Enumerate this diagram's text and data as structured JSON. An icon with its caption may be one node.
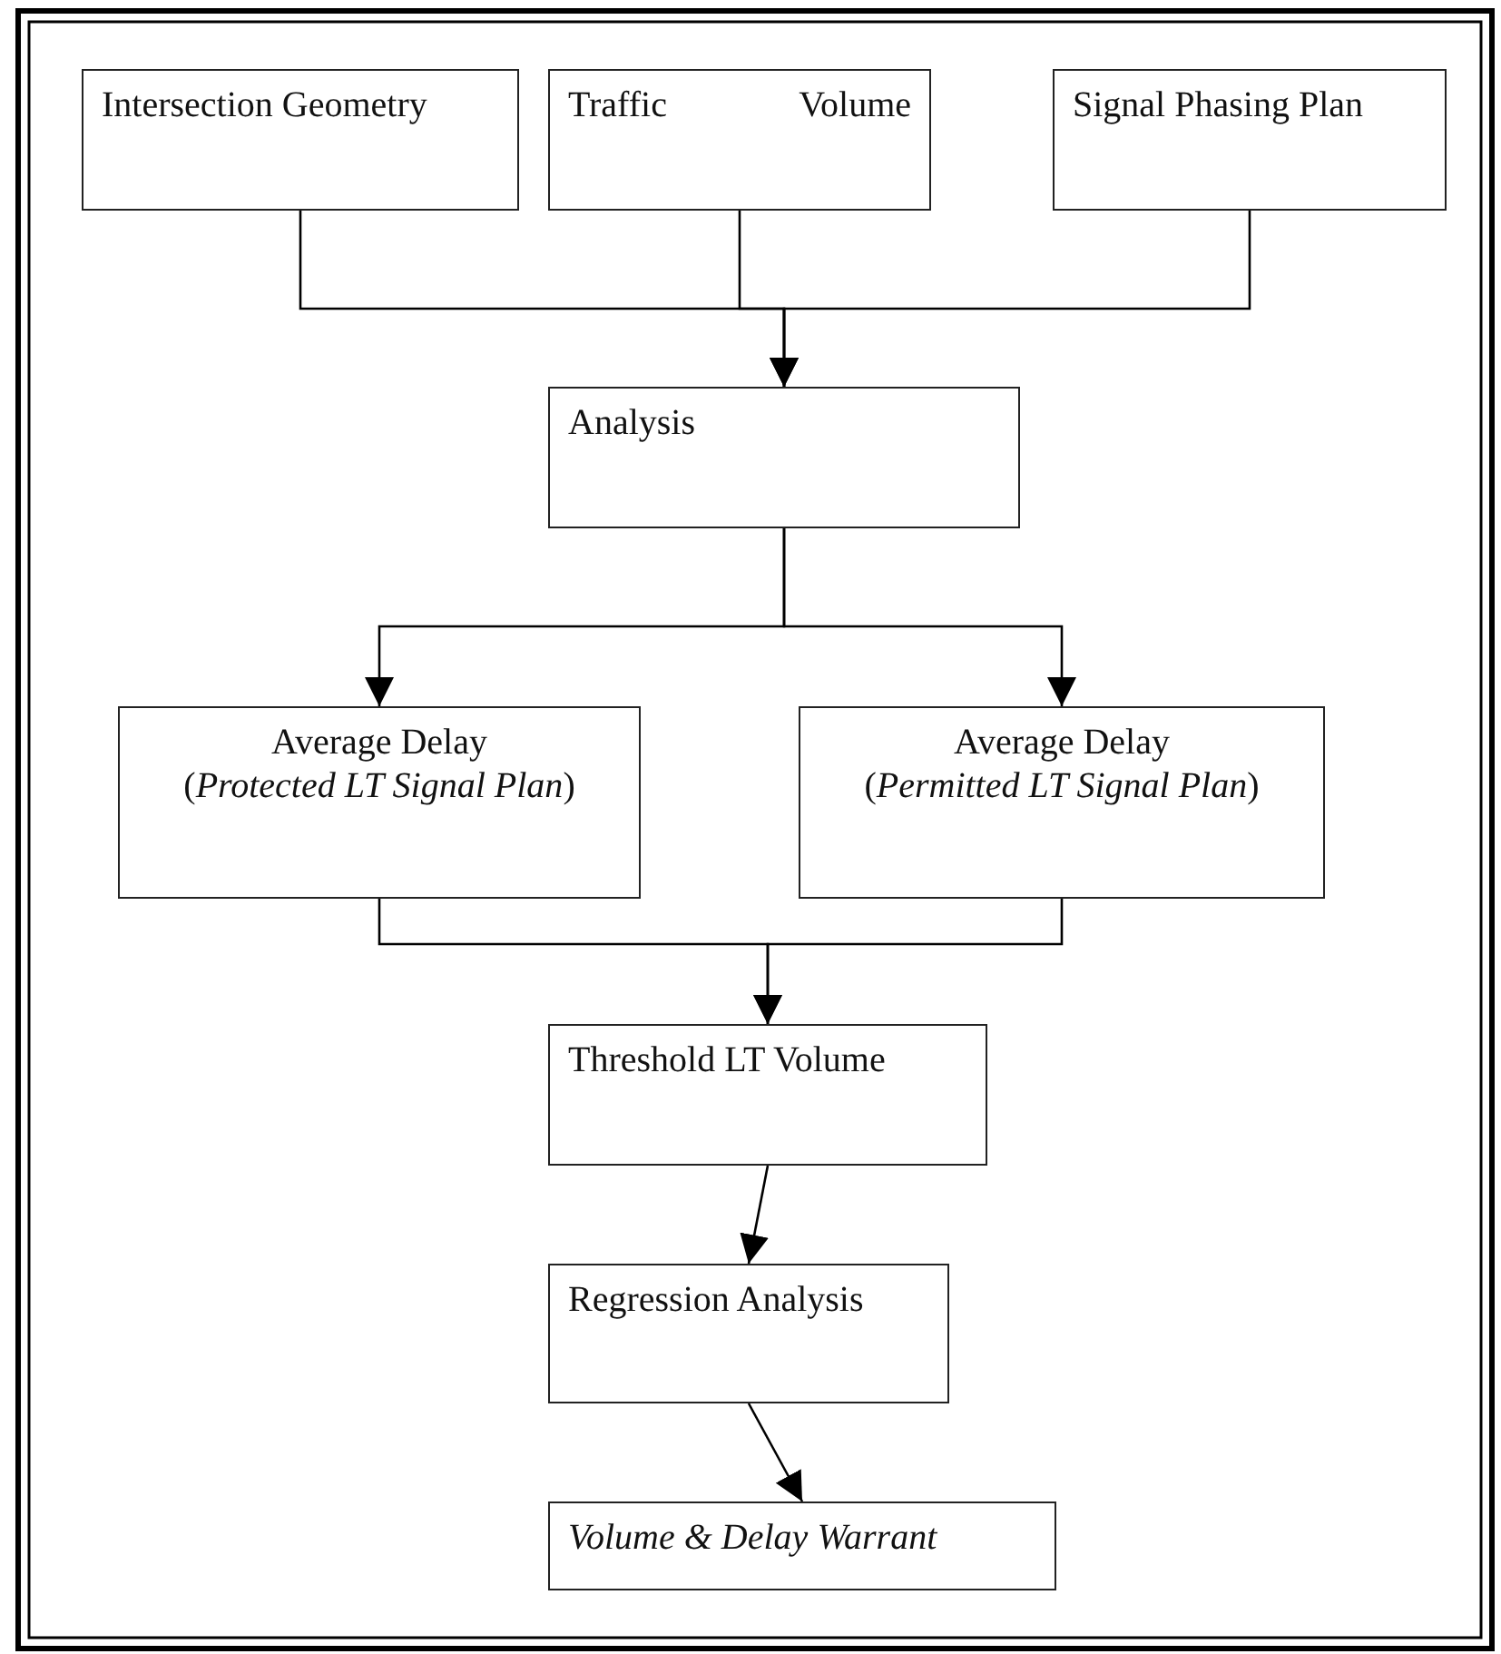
{
  "diagram": {
    "nodes": [
      {
        "text": [
          "Intersection Geometry"
        ]
      },
      {
        "text": [
          "Traffic Volume"
        ]
      },
      {
        "text": [
          "Signal Phasing Plan"
        ]
      },
      {
        "text": [
          "Analysis"
        ]
      },
      {
        "text": [
          "Average Delay",
          "(*Protected LT Signal Plan*)"
        ]
      },
      {
        "text": [
          "Average Delay",
          "(*Permitted LT Signal Plan*)"
        ]
      },
      {
        "text": [
          "Threshold LT Volume"
        ]
      },
      {
        "text": [
          "Regression Analysis"
        ]
      },
      {
        "text": [
          "Volume & Delay Warrant"
        ]
      }
    ],
    "edges": [
      {
        "from": 0,
        "to": 3,
        "arrow": "to"
      },
      {
        "from": 1,
        "to": 3,
        "arrow": "to"
      },
      {
        "from": 2,
        "to": 3,
        "arrow": "to"
      },
      {
        "from": 3,
        "to": 4,
        "arrow": "to"
      },
      {
        "from": 3,
        "to": 5,
        "arrow": "to"
      },
      {
        "from": 4,
        "to": 6,
        "arrow": "to"
      },
      {
        "from": 5,
        "to": 6,
        "arrow": "to"
      },
      {
        "from": 6,
        "to": 7,
        "arrow": "to"
      },
      {
        "from": 7,
        "to": 8,
        "arrow": "to"
      }
    ]
  }
}
